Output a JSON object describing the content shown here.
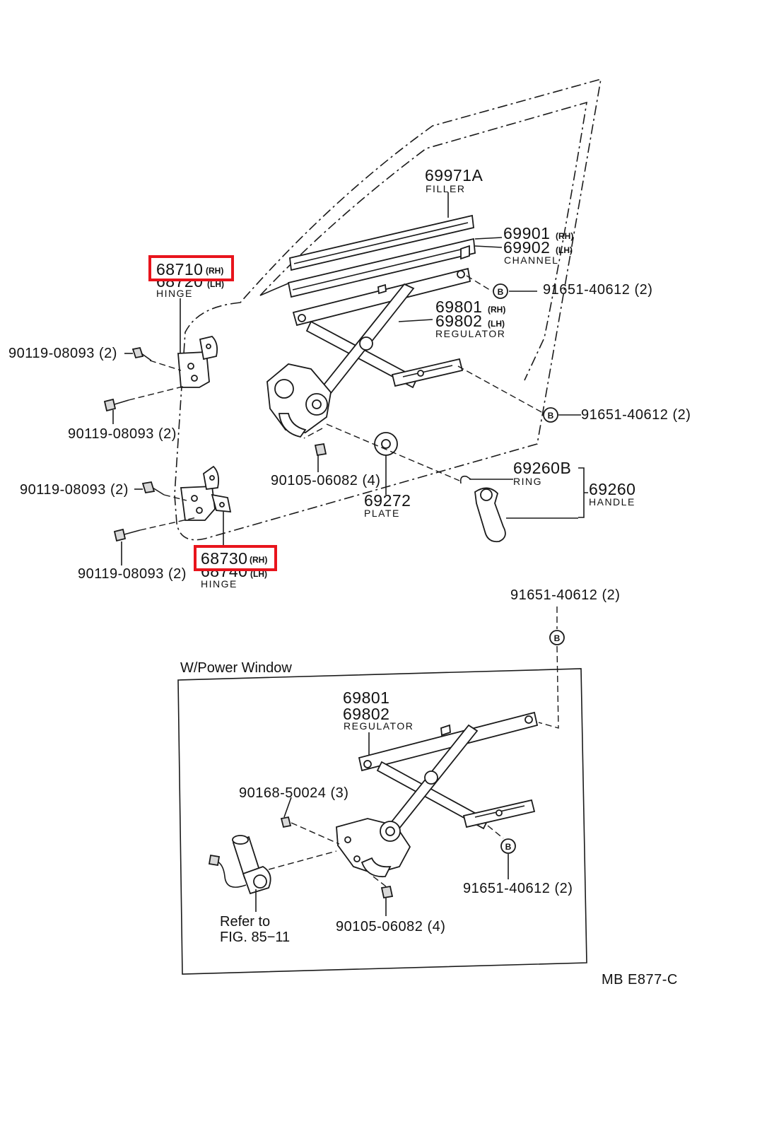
{
  "diagram_code": "MB E877-C",
  "highlight_color": "#e8141c",
  "labels": {
    "hinge_upper": {
      "part": "68710",
      "side": "(RH)",
      "alt_part": "68720",
      "alt_side": "(LH)",
      "name": "HINGE"
    },
    "hinge_lower": {
      "part": "68730",
      "side": "(RH)",
      "alt_part": "68740",
      "alt_side": "(LH)",
      "name": "HINGE"
    },
    "filler": {
      "part": "69971A",
      "name": "FILLER"
    },
    "channel": {
      "part_rh": "69901",
      "side_rh": "(RH)",
      "part_lh": "69902",
      "side_lh": "(LH)",
      "name": "CHANNEL"
    },
    "regulator": {
      "part_rh": "69801",
      "side_rh": "(RH)",
      "part_lh": "69802",
      "side_lh": "(LH)",
      "name": "REGULATOR"
    },
    "bolt_b1": "91651-40612 (2)",
    "bolt_b2": "91651-40612 (2)",
    "bolt_b3": "91651-40612 (2)",
    "bolt_b4": "91651-40612 (2)",
    "hinge_bolt_1": "90119-08093 (2)",
    "hinge_bolt_2": "90119-08093 (2)",
    "hinge_bolt_3": "90119-08093 (2)",
    "hinge_bolt_4": "90119-08093 (2)",
    "bolt_90105_a": "90105-06082 (4)",
    "bolt_90105_b": "90105-06082 (4)",
    "plate": {
      "part": "69272",
      "name": "PLATE"
    },
    "ring": {
      "part": "69260B",
      "name": "RING"
    },
    "handle": {
      "part": "69260",
      "name": "HANDLE"
    },
    "power_window": {
      "title": "W/Power Window",
      "regulator_part_1": "69801",
      "regulator_part_2": "69802",
      "regulator_name": "REGULATOR",
      "screw": "90168-50024 (3)",
      "refer_line1": "Refer to",
      "refer_line2": "FIG. 85−11"
    },
    "callout_letter": "B"
  }
}
